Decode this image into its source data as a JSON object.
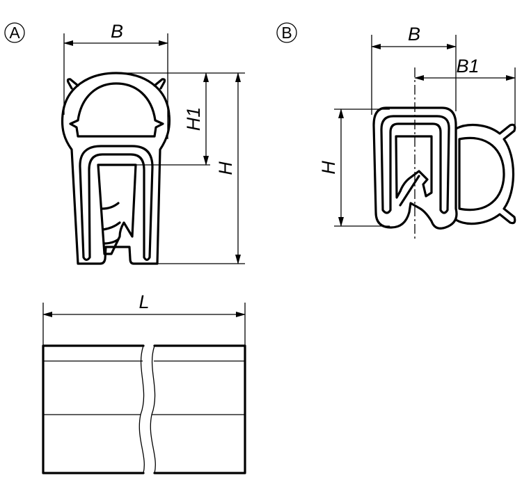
{
  "variants": {
    "a": "A",
    "b": "B"
  },
  "drawing_a": {
    "width_label": "B",
    "h1_label": "H1",
    "height_label": "H"
  },
  "drawing_b": {
    "width_label": "B",
    "b1_label": "B1",
    "height_label": "H"
  },
  "length_view": {
    "length_label": "L"
  }
}
